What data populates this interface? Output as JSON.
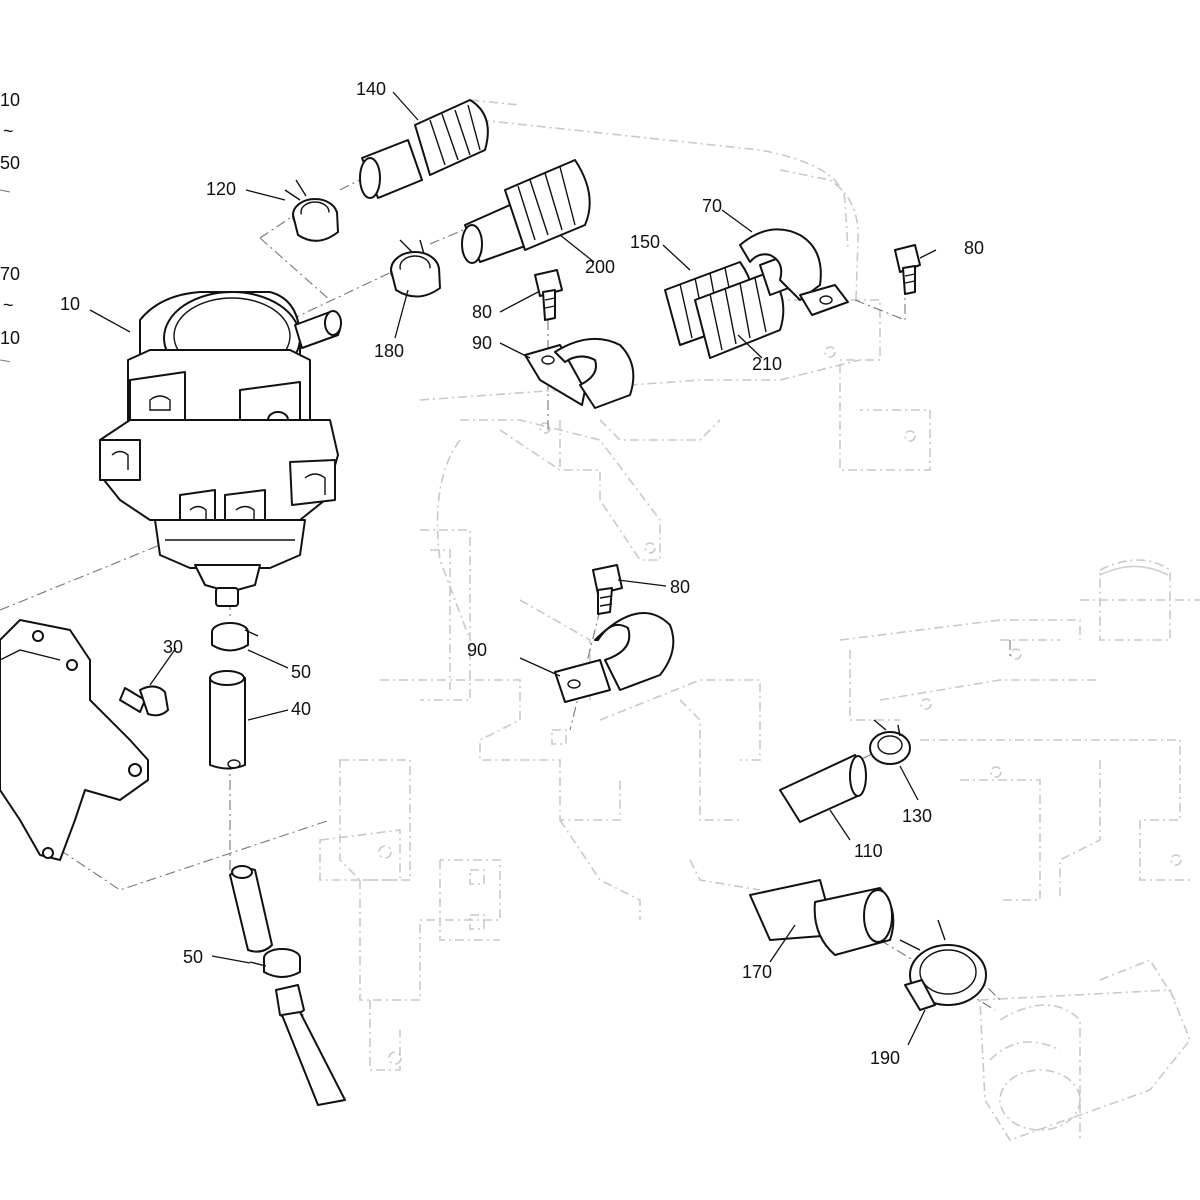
{
  "callouts": [
    {
      "id": "c-10-top",
      "label": "10"
    },
    {
      "id": "c-tilde-1",
      "label": "~"
    },
    {
      "id": "c-50-top",
      "label": "50"
    },
    {
      "id": "c-70-left",
      "label": "70"
    },
    {
      "id": "c-tilde-2",
      "label": "~"
    },
    {
      "id": "c-10-mid",
      "label": "10"
    },
    {
      "id": "c-10",
      "label": "10"
    },
    {
      "id": "c-140",
      "label": "140"
    },
    {
      "id": "c-120",
      "label": "120"
    },
    {
      "id": "c-200",
      "label": "200"
    },
    {
      "id": "c-180",
      "label": "180"
    },
    {
      "id": "c-70",
      "label": "70"
    },
    {
      "id": "c-80-right",
      "label": "80"
    },
    {
      "id": "c-150",
      "label": "150"
    },
    {
      "id": "c-80-mid",
      "label": "80"
    },
    {
      "id": "c-90-top",
      "label": "90"
    },
    {
      "id": "c-210",
      "label": "210"
    },
    {
      "id": "c-30",
      "label": "30"
    },
    {
      "id": "c-50-mid",
      "label": "50"
    },
    {
      "id": "c-40",
      "label": "40"
    },
    {
      "id": "c-80-low",
      "label": "80"
    },
    {
      "id": "c-90-low",
      "label": "90"
    },
    {
      "id": "c-130",
      "label": "130"
    },
    {
      "id": "c-110",
      "label": "110"
    },
    {
      "id": "c-170",
      "label": "170"
    },
    {
      "id": "c-50-low",
      "label": "50"
    },
    {
      "id": "c-190",
      "label": "190"
    }
  ]
}
